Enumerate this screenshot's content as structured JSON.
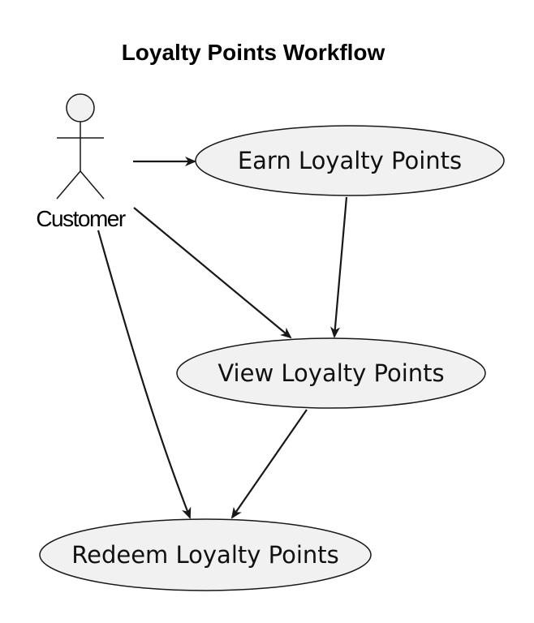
{
  "diagram": {
    "title": "Loyalty Points Workflow",
    "actor": {
      "label": "Customer"
    },
    "use_cases": [
      {
        "id": "earn",
        "label": "Earn Loyalty Points"
      },
      {
        "id": "view",
        "label": "View Loyalty Points"
      },
      {
        "id": "redeem",
        "label": "Redeem Loyalty Points"
      }
    ],
    "edges": [
      {
        "from": "Customer",
        "to": "earn"
      },
      {
        "from": "Customer",
        "to": "view"
      },
      {
        "from": "Customer",
        "to": "redeem"
      },
      {
        "from": "earn",
        "to": "view"
      },
      {
        "from": "view",
        "to": "redeem"
      }
    ],
    "colors": {
      "usecase_fill": "#f1f1f1",
      "stroke": "#181818",
      "actor_fill": "#f1f1f1"
    }
  }
}
